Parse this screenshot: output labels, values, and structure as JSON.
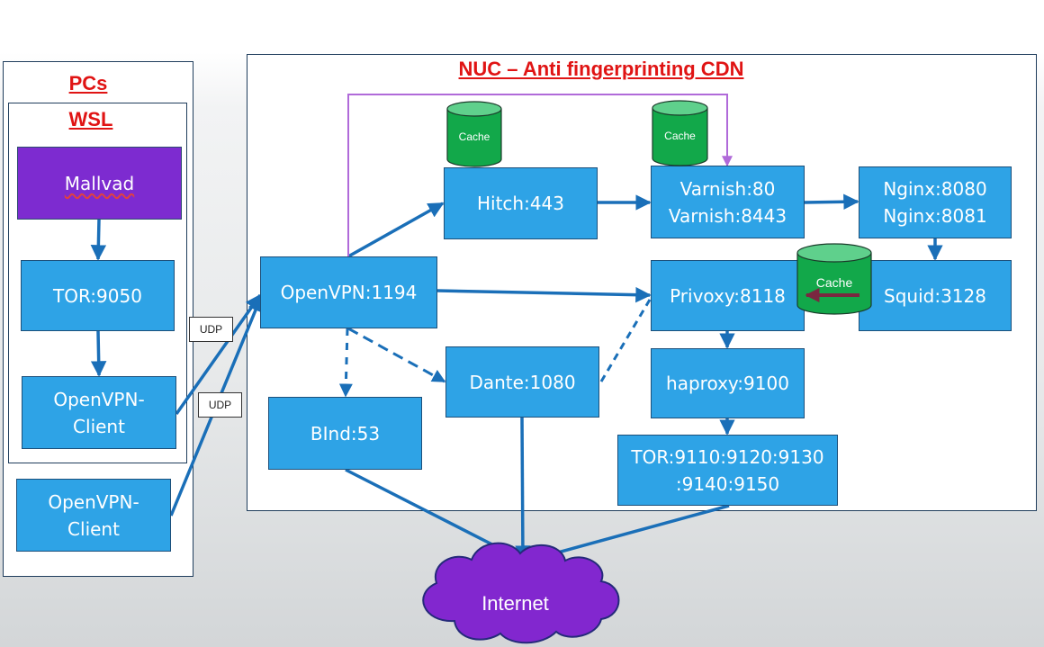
{
  "groups": {
    "pcs": {
      "title": "PCs"
    },
    "wsl": {
      "title": "WSL"
    },
    "nuc": {
      "title": "NUC – Anti fingerprinting CDN"
    }
  },
  "nodes": {
    "mullvad": [
      "Mallvad"
    ],
    "tor9050": [
      "TOR:9050"
    ],
    "wsl_client": [
      "OpenVPN-",
      "Client"
    ],
    "pc_client": [
      "OpenVPN-",
      "Client"
    ],
    "openvpn": [
      "OpenVPN:1194"
    ],
    "hitch": [
      "Hitch:443"
    ],
    "varnish": [
      "Varnish:80",
      "Varnish:8443"
    ],
    "nginx": [
      "Nginx:8080",
      "Nginx:8081"
    ],
    "privoxy": [
      "Privoxy:8118"
    ],
    "squid": [
      "Squid:3128"
    ],
    "dante": [
      "Dante:1080"
    ],
    "haproxy": [
      "haproxy:9100"
    ],
    "bind": [
      "BInd:53"
    ],
    "tor_multi": [
      "TOR:9110:9120:9130",
      ":9140:9150"
    ],
    "internet": [
      "Internet"
    ]
  },
  "caches": {
    "hitch_cache": "Cache",
    "varnish_cache": "Cache",
    "squid_cache": "Cache"
  },
  "connections": [
    {
      "from": "mullvad",
      "to": "tor9050",
      "style": "solid"
    },
    {
      "from": "tor9050",
      "to": "wsl_client",
      "style": "solid"
    },
    {
      "from": "wsl_client",
      "to": "openvpn",
      "style": "solid",
      "label": "UDP"
    },
    {
      "from": "pc_client",
      "to": "openvpn",
      "style": "solid",
      "label": "UDP"
    },
    {
      "from": "openvpn",
      "to": "hitch",
      "style": "solid"
    },
    {
      "from": "openvpn",
      "to": "varnish",
      "style": "solid",
      "route": "bypass"
    },
    {
      "from": "openvpn",
      "to": "privoxy",
      "style": "solid"
    },
    {
      "from": "openvpn",
      "to": "dante",
      "style": "dashed"
    },
    {
      "from": "openvpn",
      "to": "bind",
      "style": "dashed"
    },
    {
      "from": "dante",
      "to": "privoxy",
      "style": "dashed"
    },
    {
      "from": "hitch",
      "to": "varnish",
      "style": "solid"
    },
    {
      "from": "varnish",
      "to": "nginx",
      "style": "solid"
    },
    {
      "from": "nginx",
      "to": "squid",
      "style": "solid"
    },
    {
      "from": "squid",
      "to": "privoxy",
      "style": "solid"
    },
    {
      "from": "privoxy",
      "to": "haproxy",
      "style": "solid"
    },
    {
      "from": "haproxy",
      "to": "tor_multi",
      "style": "solid"
    },
    {
      "from": "bind",
      "to": "internet",
      "style": "solid"
    },
    {
      "from": "dante",
      "to": "internet",
      "style": "solid"
    },
    {
      "from": "tor_multi",
      "to": "internet",
      "style": "solid"
    }
  ],
  "colors": {
    "node_fill": "#2ea3e6",
    "mullvad_fill": "#7d2bd0",
    "edge": "#1a6fb8",
    "bypass_edge": "#b06ad9",
    "cache_fill": "#12a84a",
    "title_red": "#e01414",
    "internet_fill": "#8227cf"
  }
}
